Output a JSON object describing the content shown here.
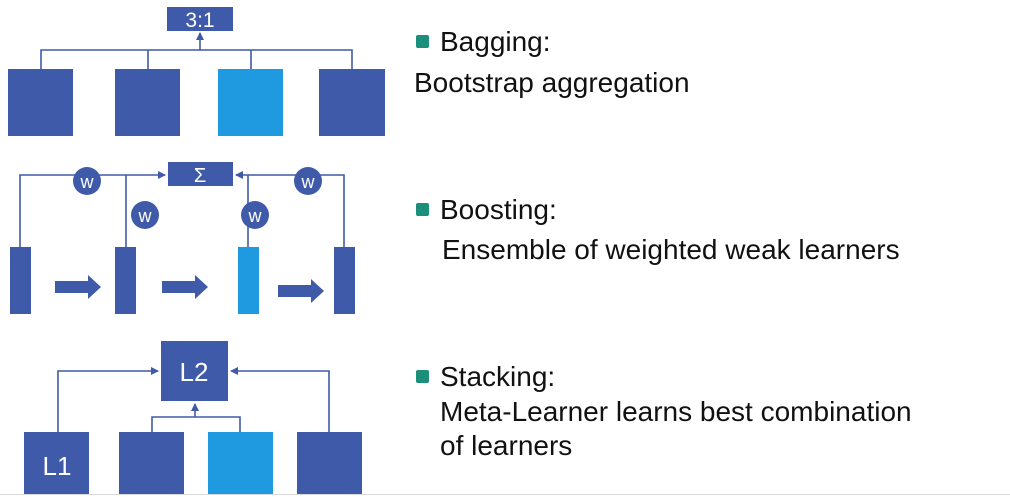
{
  "bagging": {
    "aggregator_label": "3:1",
    "title": "Bagging:",
    "description": "Bootstrap aggregation"
  },
  "boosting": {
    "aggregator_label": "Σ",
    "weight_label": "w",
    "title": "Boosting:",
    "description": "Ensemble of weighted weak learners"
  },
  "stacking": {
    "meta_label": "L2",
    "base_label": "L1",
    "title": "Stacking:",
    "description_line1": "Meta-Learner learns best combination",
    "description_line2": "of learners"
  },
  "colors": {
    "learner": "#3f5aa8",
    "highlighted_learner": "#1f9ae0",
    "bullet": "#1b8f7a"
  }
}
